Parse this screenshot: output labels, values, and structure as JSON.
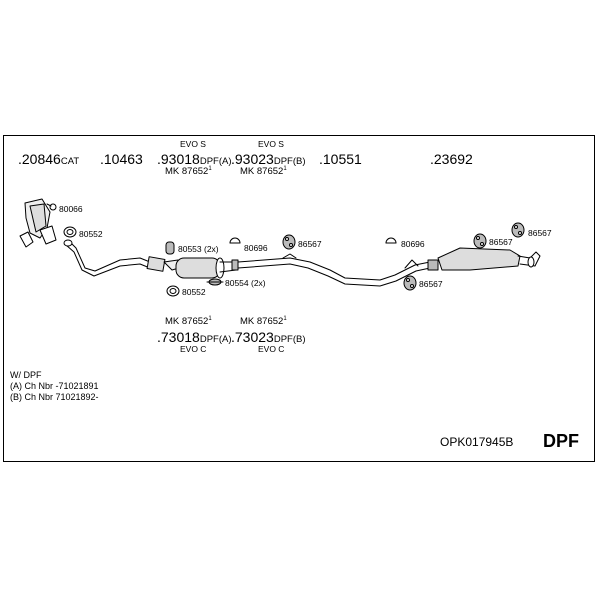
{
  "top_labels": [
    {
      "id": "p1",
      "num": ".20846",
      "suffix": "CAT"
    },
    {
      "id": "p2",
      "num": ".10463",
      "suffix": ""
    },
    {
      "id": "p3",
      "num": ".93018",
      "suffix": "DPF(A)",
      "evo": "EVO S",
      "mk": "MK 87652",
      "sup": "1"
    },
    {
      "id": "p4",
      "num": ".93023",
      "suffix": "DPF(B)",
      "evo": "EVO S",
      "mk": "MK 87652",
      "sup": "1"
    },
    {
      "id": "p5",
      "num": ".10551",
      "suffix": ""
    },
    {
      "id": "p6",
      "num": ".23692",
      "suffix": ""
    }
  ],
  "bottom_labels": [
    {
      "id": "b1",
      "num": ".73018",
      "suffix": "DPF(A)",
      "evo": "EVO C",
      "mk": "MK 87652",
      "sup": "1"
    },
    {
      "id": "b2",
      "num": ".73023",
      "suffix": "DPF(B)",
      "evo": "EVO C",
      "mk": "MK 87652",
      "sup": "1"
    }
  ],
  "parts": {
    "p80066": "80066",
    "p80552a": "80552",
    "p80553": "80553 (2x)",
    "p80696a": "80696",
    "p86567a": "86567",
    "p80552b": "80552",
    "p80554": "80554 (2x)",
    "p80696b": "80696",
    "p86567b": "86567",
    "p86567c": "86567",
    "p86567d": "86567"
  },
  "notes": {
    "line1": "W/ DPF",
    "line2": "(A) Ch Nbr -71021891",
    "line3": "(B) Ch Nbr 71021892-"
  },
  "footer": {
    "code": "OPK017945B",
    "tag": "DPF"
  }
}
